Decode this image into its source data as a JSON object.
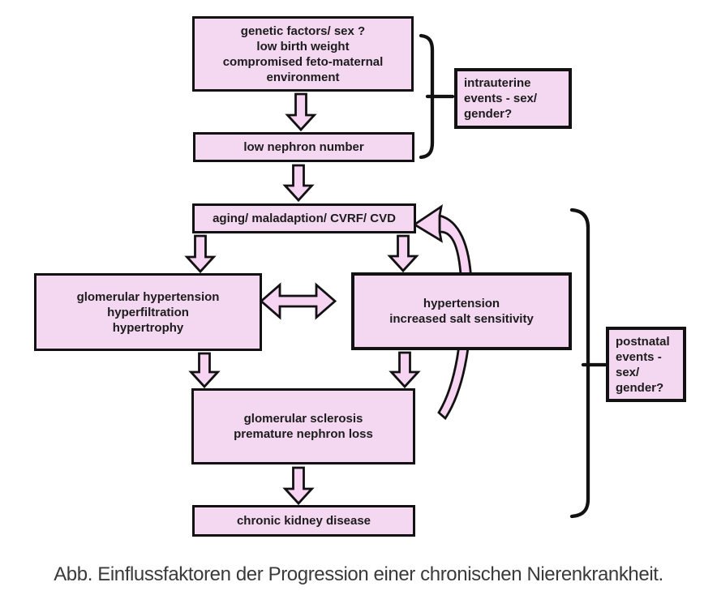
{
  "diagram": {
    "caption": "Abb. Einflussfaktoren der Progression einer chronischen Nierenkrankheit.",
    "colors": {
      "box_fill": "#f4d7f1",
      "arrow_fill": "#f6d4f2",
      "stroke": "#121212",
      "text": "#1c1c1c",
      "caption_color": "#3a3a3a",
      "background": "#ffffff"
    },
    "boxes": {
      "genetic": {
        "lines": [
          "genetic factors/ sex ?",
          "low birth weight",
          "compromised feto-maternal",
          "environment"
        ]
      },
      "intrauterine": {
        "lines": [
          "intrauterine",
          "events - sex/",
          "gender?"
        ]
      },
      "low_nephron": {
        "lines": [
          "low nephron number"
        ]
      },
      "aging": {
        "lines": [
          "aging/ maladaption/ CVRF/ CVD"
        ]
      },
      "glomerular_hypertension": {
        "lines": [
          "glomerular hypertension",
          "hyperfiltration",
          "hypertrophy"
        ]
      },
      "hypertension": {
        "lines": [
          "hypertension",
          "increased salt sensitivity"
        ]
      },
      "sclerosis": {
        "lines": [
          "glomerular sclerosis",
          "premature nephron loss"
        ]
      },
      "ckd": {
        "lines": [
          "chronic kidney disease"
        ]
      },
      "postnatal": {
        "lines": [
          "postnatal",
          "events -",
          "sex/",
          "gender?"
        ]
      }
    }
  }
}
